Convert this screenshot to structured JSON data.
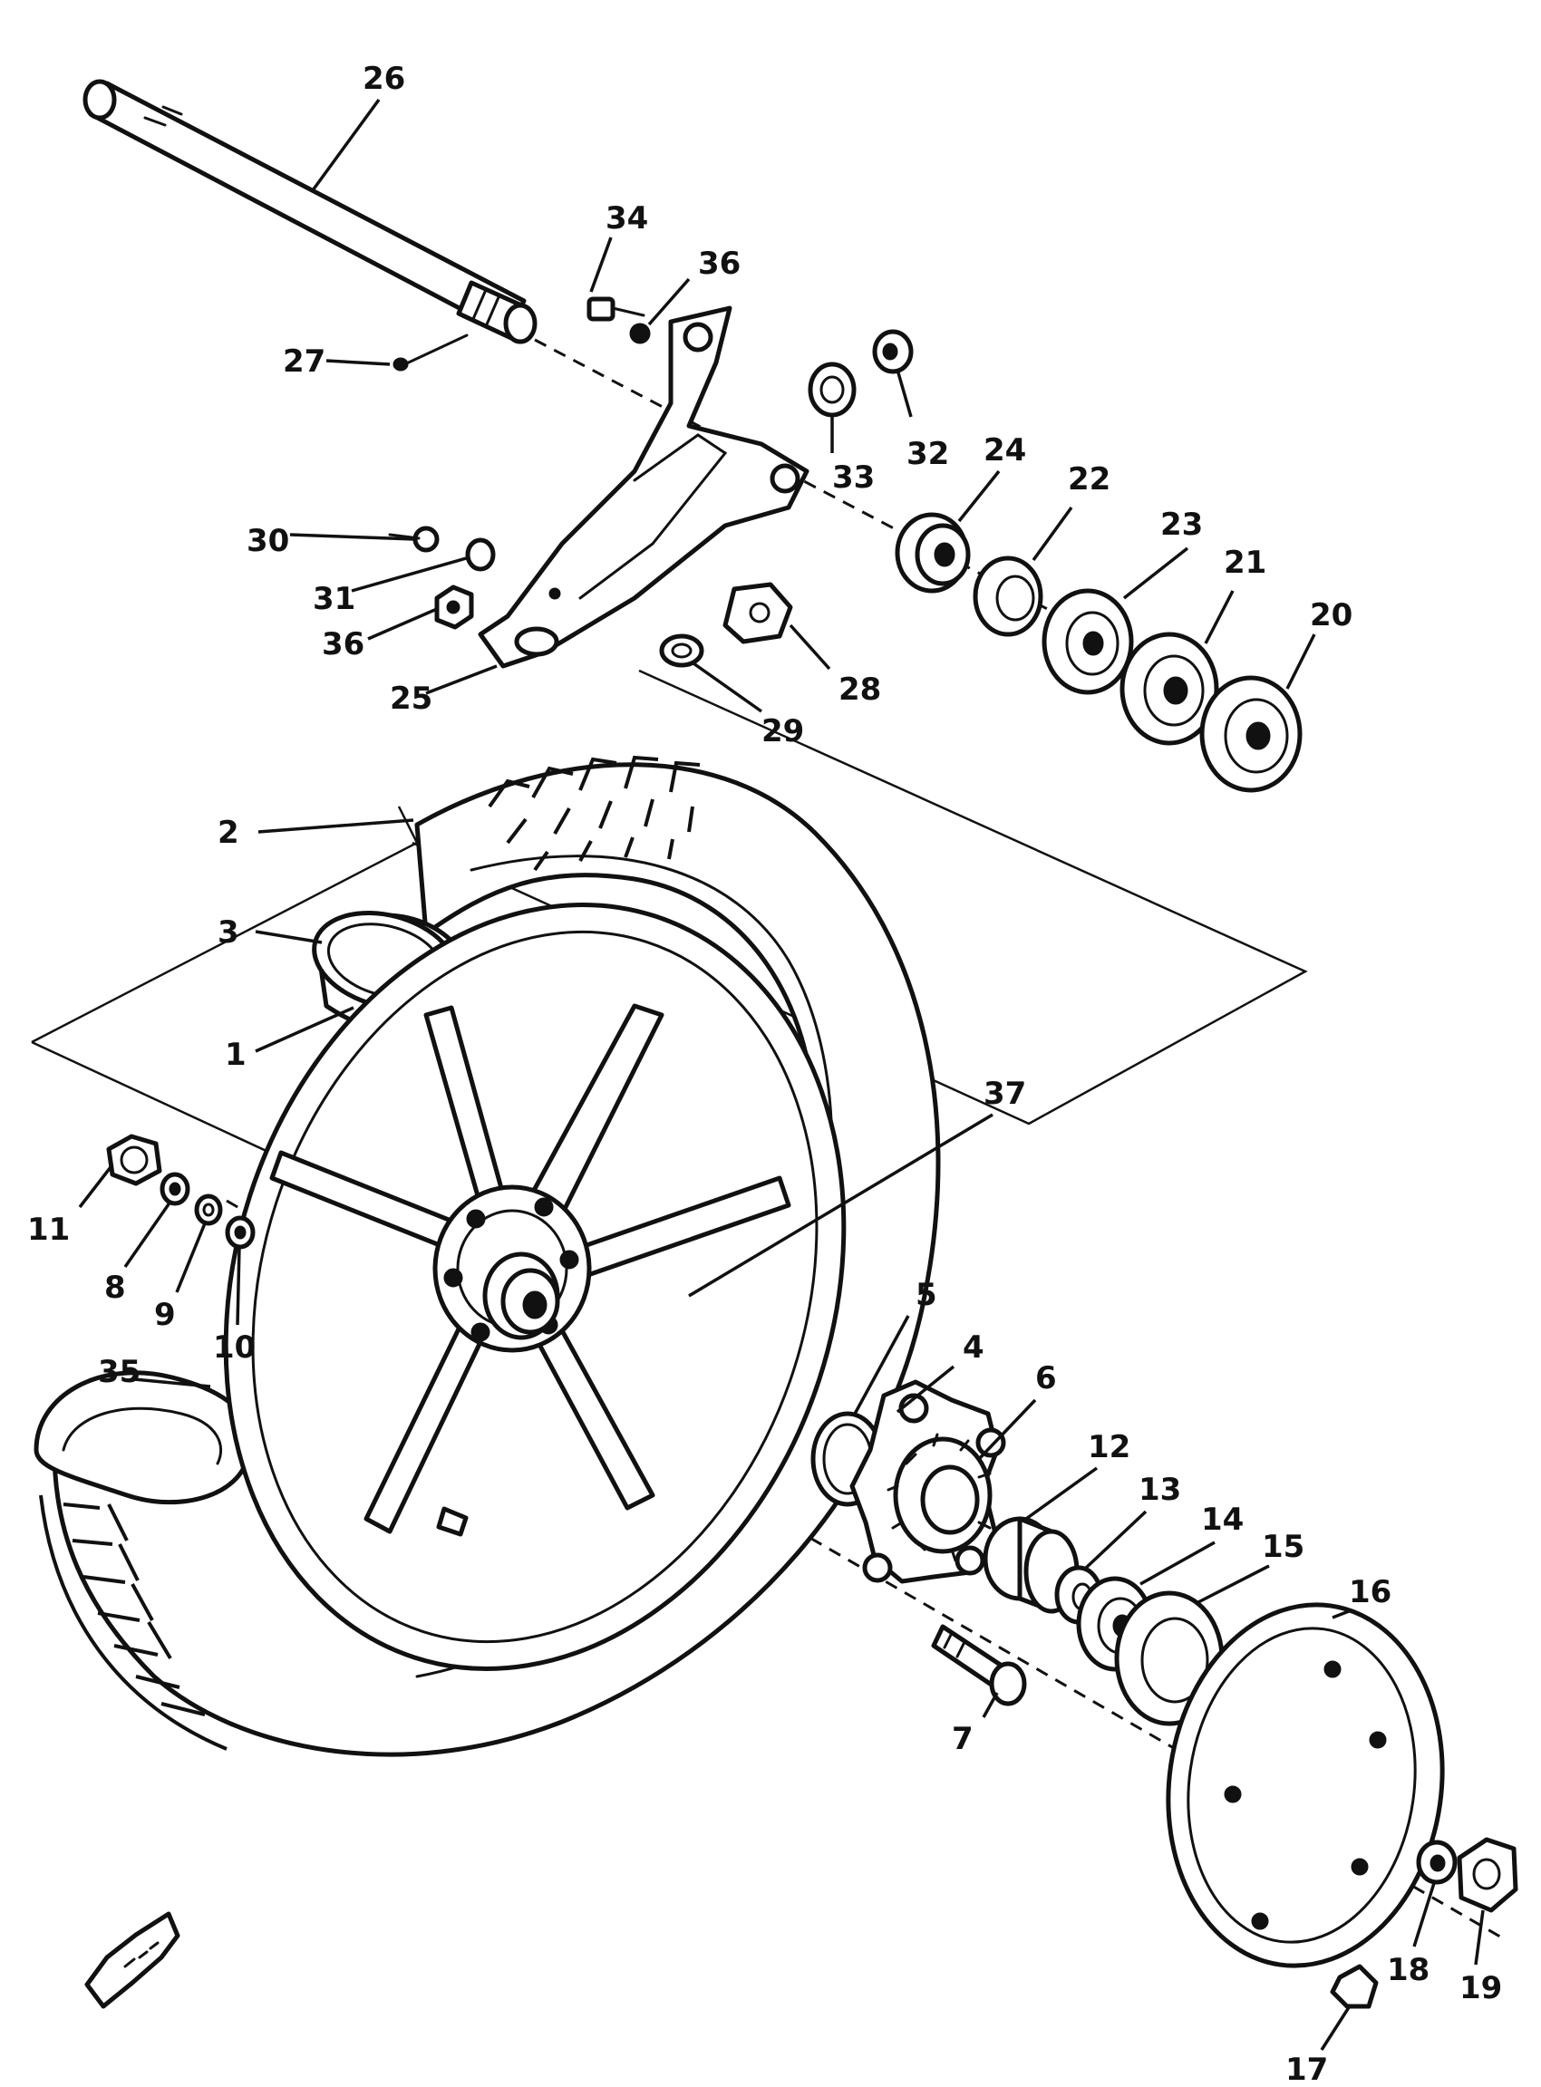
{
  "diagram": {
    "labels": {
      "l1": "1",
      "l2": "2",
      "l3": "3",
      "l4": "4",
      "l5": "5",
      "l6": "6",
      "l7": "7",
      "l8": "8",
      "l9": "9",
      "l10": "10",
      "l11": "11",
      "l12": "12",
      "l13": "13",
      "l14": "14",
      "l15": "15",
      "l16": "16",
      "l17": "17",
      "l18": "18",
      "l19": "19",
      "l20": "20",
      "l21": "21",
      "l22": "22",
      "l23": "23",
      "l24": "24",
      "l25": "25",
      "l26": "26",
      "l27": "27",
      "l28": "28",
      "l29": "29",
      "l30": "30",
      "l31": "31",
      "l32": "32",
      "l33": "33",
      "l34": "34",
      "l35": "35",
      "l36a": "36",
      "l36b": "36",
      "l37": "37"
    }
  }
}
